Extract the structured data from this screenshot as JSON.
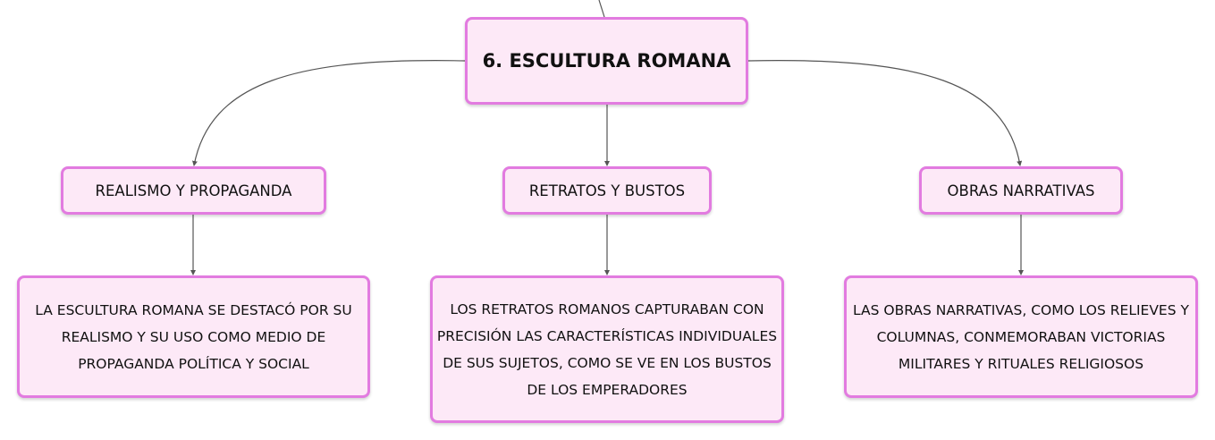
{
  "root": {
    "label": "6. ESCULTURA ROMANA"
  },
  "branches": [
    {
      "label": "REALISMO Y PROPAGANDA",
      "detail": "LA ESCULTURA ROMANA SE DESTACÓ POR SU REALISMO Y SU USO COMO MEDIO DE PROPAGANDA POLÍTICA Y SOCIAL"
    },
    {
      "label": "RETRATOS Y BUSTOS",
      "detail": "LOS RETRATOS ROMANOS CAPTURABAN CON PRECISIÓN LAS CARACTERÍSTICAS INDIVIDUALES DE SUS SUJETOS, COMO SE VE EN LOS BUSTOS DE LOS EMPERADORES"
    },
    {
      "label": "OBRAS NARRATIVAS",
      "detail": "LAS OBRAS NARRATIVAS, COMO LOS RELIEVES Y COLUMNAS, CONMEMORABAN VICTORIAS MILITARES Y RITUALES RELIGIOSOS"
    }
  ],
  "colors": {
    "node_fill": "#fde9f7",
    "node_border": "#e27be0",
    "connector": "#555555"
  }
}
